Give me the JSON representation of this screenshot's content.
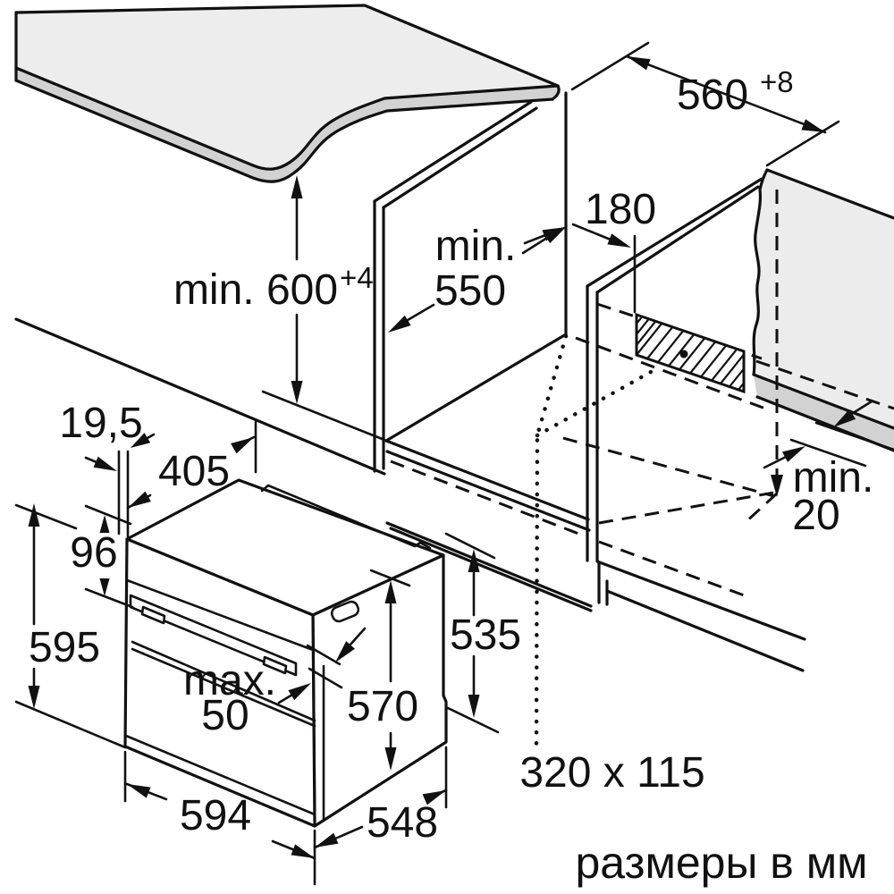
{
  "caption": {
    "units_note": "размеры в мм"
  },
  "dims": {
    "niche_height": {
      "main": "min. 600",
      "sup": "+4"
    },
    "niche_width": {
      "main": "560",
      "sup": "+8"
    },
    "niche_depth": {
      "line1": "min.",
      "line2": "550"
    },
    "vent_offset": {
      "value": "180"
    },
    "rear_wall_gap": {
      "line1": "min.",
      "line2": "20"
    },
    "socket_area": {
      "value": "320 x 115"
    },
    "front_overhang": {
      "value": "19,5"
    },
    "grip_depth": {
      "value": "405"
    },
    "panel_height": {
      "value": "96"
    },
    "front_height": {
      "value": "595"
    },
    "door_protrusion": {
      "line1": "max.",
      "line2": "50"
    },
    "body_height": {
      "value": "570"
    },
    "inner_height": {
      "value": "535"
    },
    "front_width": {
      "value": "594"
    },
    "body_depth": {
      "value": "548"
    }
  },
  "colors": {
    "line": "#111111",
    "worktop_top": "#ededed",
    "edge_band": "#d2d2d2",
    "wall": "#ececec"
  }
}
